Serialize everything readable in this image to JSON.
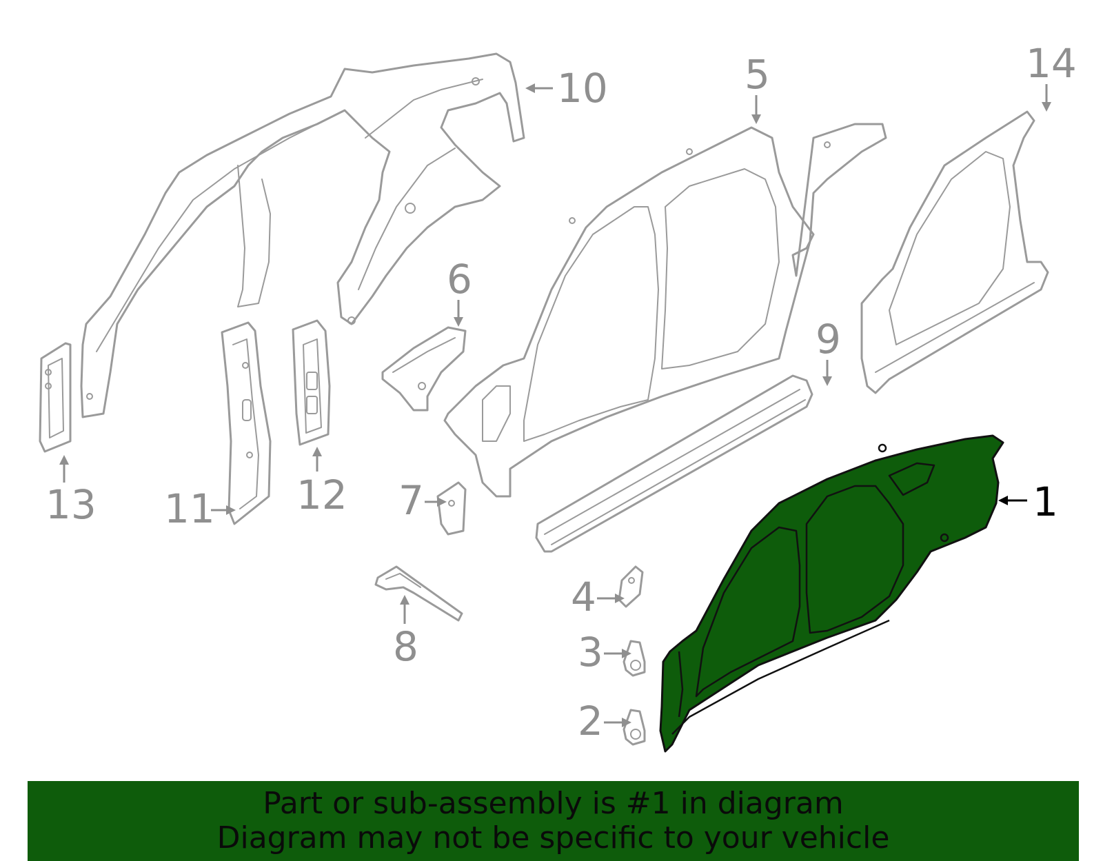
{
  "callouts": [
    {
      "number": "1",
      "highlighted": true
    },
    {
      "number": "2",
      "highlighted": false
    },
    {
      "number": "3",
      "highlighted": false
    },
    {
      "number": "4",
      "highlighted": false
    },
    {
      "number": "5",
      "highlighted": false
    },
    {
      "number": "6",
      "highlighted": false
    },
    {
      "number": "7",
      "highlighted": false
    },
    {
      "number": "8",
      "highlighted": false
    },
    {
      "number": "9",
      "highlighted": false
    },
    {
      "number": "10",
      "highlighted": false
    },
    {
      "number": "11",
      "highlighted": false
    },
    {
      "number": "12",
      "highlighted": false
    },
    {
      "number": "13",
      "highlighted": false
    },
    {
      "number": "14",
      "highlighted": false
    }
  ],
  "banner": {
    "line1": "Part or sub-assembly is #1 in diagram",
    "line2": "Diagram may not be specific to your vehicle"
  },
  "colors": {
    "highlight_fill": "#0e5c0b",
    "outline_gray": "#9a9a9a",
    "callout_gray": "#8f8f8f",
    "callout_highlight": "#000000",
    "banner_background": "#0e5c0b"
  }
}
